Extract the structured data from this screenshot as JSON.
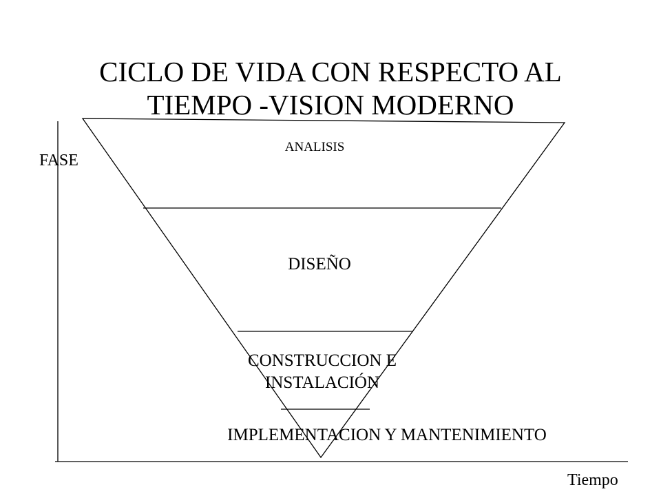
{
  "title": {
    "line1": "CICLO DE VIDA CON RESPECTO AL",
    "line2": "TIEMPO -VISION MODERNO"
  },
  "axes": {
    "y_label": "FASE",
    "x_label": "Tiempo"
  },
  "phases": [
    {
      "lines": [
        "ANALISIS"
      ]
    },
    {
      "lines": [
        "DISEÑO"
      ]
    },
    {
      "lines": [
        "CONSTRUCCION E",
        "INSTALACIÓN"
      ]
    },
    {
      "lines": [
        "IMPLEMENTACION Y MANTENIMIENTO"
      ]
    }
  ],
  "colors": {
    "line": "#000000",
    "background": "#ffffff"
  }
}
